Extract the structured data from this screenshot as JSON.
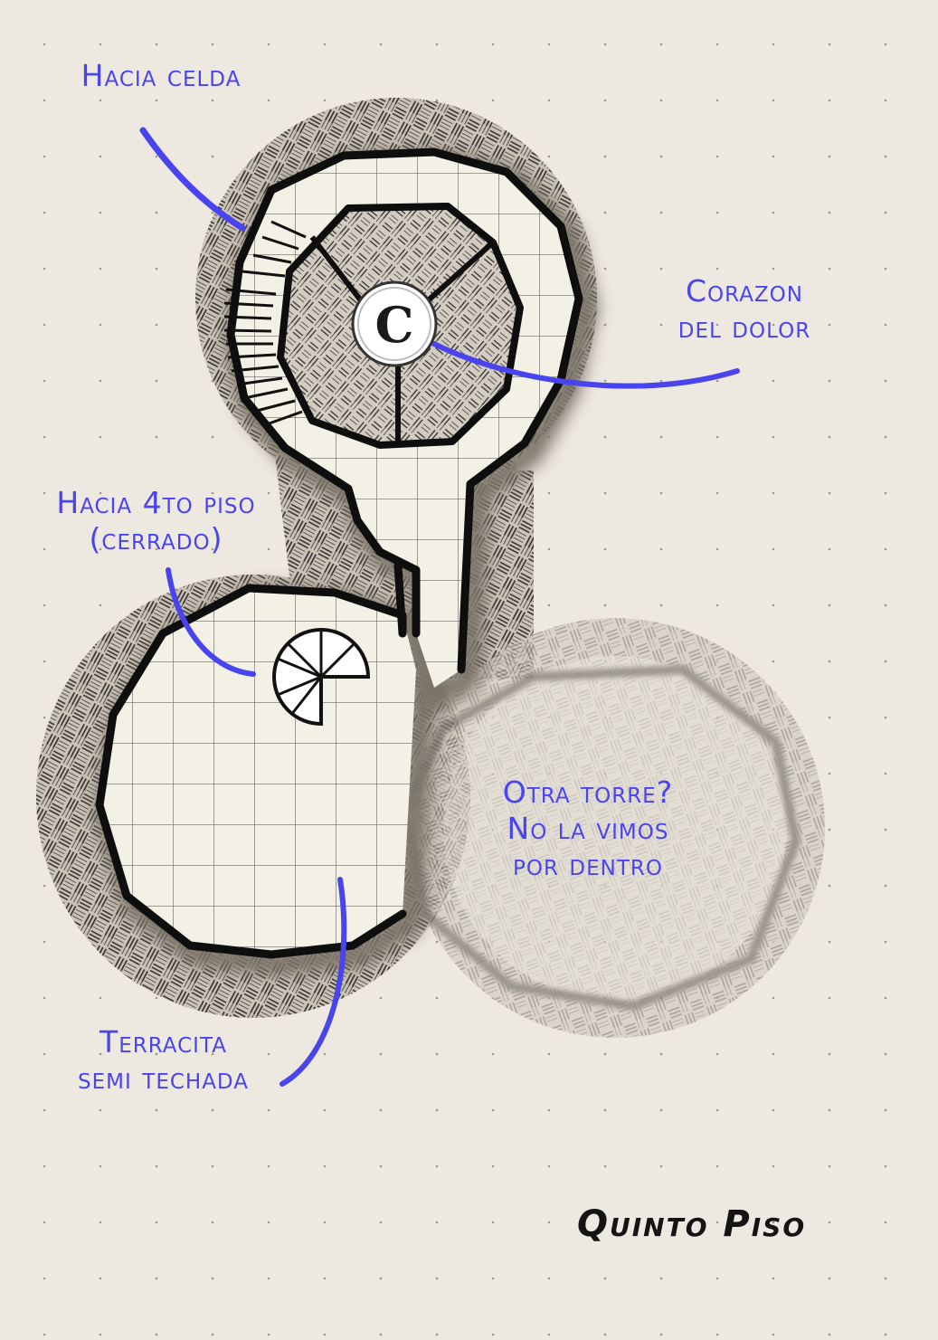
{
  "map": {
    "title": "Quinto Piso",
    "labels": {
      "cell": [
        "Hacia celda"
      ],
      "heart": [
        "Corazon",
        "del dolor"
      ],
      "stairs": [
        "Hacia 4to piso",
        "(cerrado)"
      ],
      "tower": [
        "Otra torre?",
        "No la vimos",
        "por dentro"
      ],
      "terrace": [
        "Terracita",
        "semi techada"
      ]
    },
    "marker": {
      "letter": "C"
    },
    "colors": {
      "paper": "#ede9e1",
      "floor": "#f3f0e6",
      "wall": "#0e0e0e",
      "hatch": "#c9bfb3",
      "annotation": "#4a44ee",
      "title": "#141414"
    }
  }
}
